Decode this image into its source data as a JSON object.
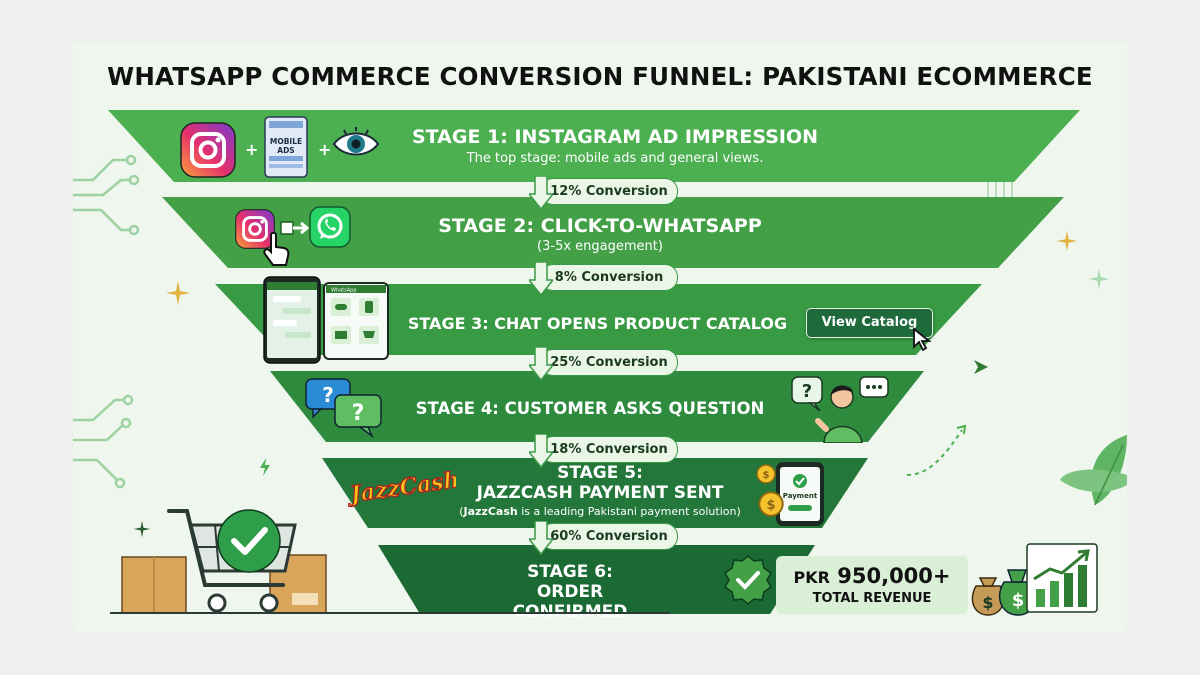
{
  "title": "WHATSAPP COMMERCE CONVERSION FUNNEL: PAKISTANI ECOMMERCE",
  "stages": [
    {
      "head": "STAGE 1: INSTAGRAM AD IMPRESSION",
      "sub": "The top stage: mobile ads and general views.",
      "color": "#4caf50"
    },
    {
      "head": "STAGE 2: CLICK-TO-WHATSAPP",
      "sub": "(3-5x engagement)",
      "color": "#43a047"
    },
    {
      "head": "STAGE 3: CHAT OPENS PRODUCT CATALOG",
      "sub": "",
      "color": "#389a43"
    },
    {
      "head": "STAGE 4: CUSTOMER ASKS QUESTION",
      "sub": "",
      "color": "#2e8b3e"
    },
    {
      "head": "STAGE 5:",
      "head2": "JAZZCASH PAYMENT SENT",
      "sub_bold": "JazzCash",
      "sub_rest": " is a leading Pakistani payment solution)",
      "sub_open": "(",
      "color": "#23773a"
    },
    {
      "head": "STAGE 6:",
      "head2": "ORDER CONFIRMED",
      "color": "#1b6a34"
    }
  ],
  "conversions": [
    "12% Conversion",
    "8% Conversion",
    "25% Conversion",
    "18% Conversion",
    "60% Conversion"
  ],
  "icons": {
    "stage1": [
      "instagram-icon",
      "mobile-ads-icon",
      "eye-icon"
    ],
    "stage1_plus": "+",
    "mobile_ads_label_1": "MOBILE",
    "mobile_ads_label_2": "ADS",
    "stage2": [
      "instagram-icon",
      "cursor-hand-icon",
      "whatsapp-icon"
    ],
    "stage3": [
      "chat-phone-icon",
      "catalog-phone-icon"
    ],
    "whatsapp_header": "WhatsApp",
    "stage4": [
      "question-bubble-icon",
      "question-bubble-icon",
      "person-thinking-icon"
    ],
    "stage5": [
      "jazzcash-logo",
      "payment-phone-icon",
      "coin-icon"
    ],
    "jazzcash_logo": "JazzCash",
    "payment_label": "Payment",
    "stage6": [
      "verified-badge-icon"
    ]
  },
  "catalog_button": "View Catalog",
  "revenue": {
    "currency": "PKR",
    "amount": "950,000+",
    "label": "TOTAL REVENUE"
  },
  "colors": {
    "background": "#eef6ee",
    "accent": "#1e6a3a",
    "pill_bg": "#eaf6e6",
    "pill_border": "#3d9a4a"
  }
}
